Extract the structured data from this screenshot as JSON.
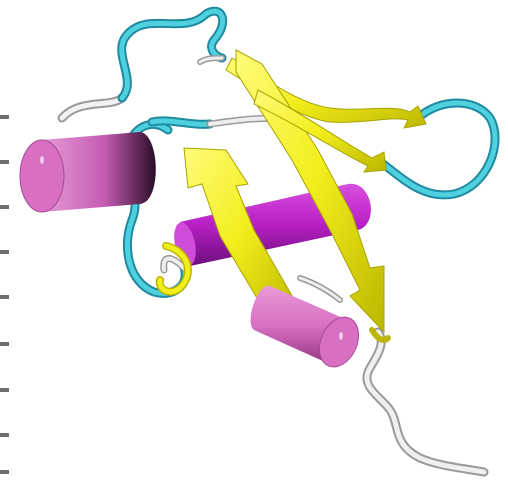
{
  "scene": {
    "subject": "protein-ribbon-structure",
    "background": "#ffffff",
    "colors": {
      "helix": "#d86fc2",
      "helix_dark": "#9b3a8e",
      "helix_bright": "#c61fcf",
      "strand": "#f2f01e",
      "strand_dark": "#b8b400",
      "coil": "#3fbfd0",
      "coil_dark": "#1f8aa0",
      "terminal": "#e6e6e6",
      "terminal_dark": "#9a9a9a",
      "tick": "#6e6e6e"
    },
    "counts": {
      "helices": 3,
      "strands": 4,
      "margin_ticks": 9
    }
  }
}
